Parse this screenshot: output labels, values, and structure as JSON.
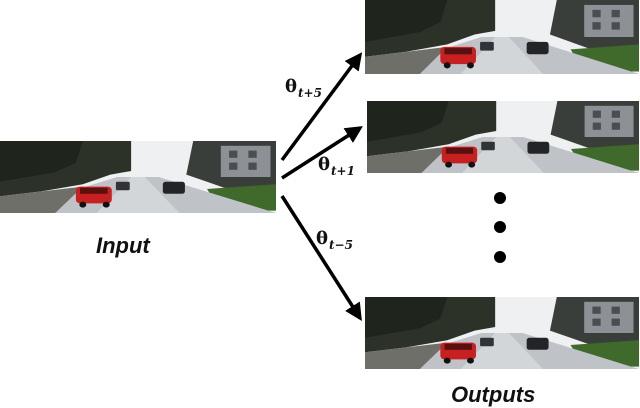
{
  "labels": {
    "input": "Input",
    "outputs": "Outputs"
  },
  "params": [
    {
      "symbol": "θ",
      "subscript": "t+5"
    },
    {
      "symbol": "θ",
      "subscript": "t+1"
    },
    {
      "symbol": "θ",
      "subscript": "t−5"
    }
  ],
  "colors": {
    "arrow": "#000000",
    "car": "#c62020",
    "sky": "#f3f4f6",
    "road": "#bfc2c6"
  }
}
